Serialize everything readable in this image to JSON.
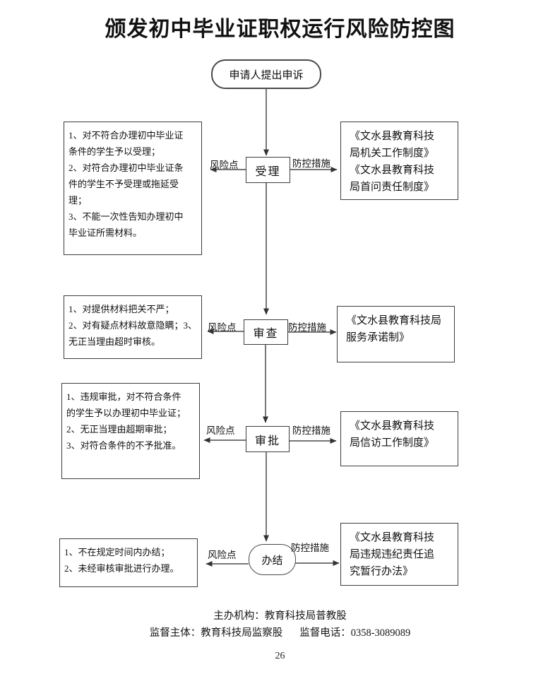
{
  "page": {
    "title": "颁发初中毕业证职权运行风险防控图",
    "page_number": "26"
  },
  "flow": {
    "start": "申请人提出申诉",
    "steps": [
      {
        "name": "受理",
        "risk_label": "风险点",
        "measure_label": "防控措施",
        "risks": "1、对不符合办理初中毕业证\n条件的学生予以受理；\n2、对符合办理初中毕业证条\n件的学生不予受理或拖延受\n理；\n3、不能一次性告知办理初中\n毕业证所需材料。",
        "measures": "《文水县教育科技\n局机关工作制度》\n《文水县教育科技\n局首问责任制度》"
      },
      {
        "name": "审查",
        "risk_label": "风险点",
        "measure_label": "防控措施",
        "risks": "1、对提供材料把关不严；\n2、对有疑点材料故意隐瞒；3、\n无正当理由超时审核。",
        "measures": "《文水县教育科技局\n服务承诺制》"
      },
      {
        "name": "审批",
        "risk_label": "风险点",
        "measure_label": "防控措施",
        "risks": "1、违规审批，对不符合条件\n的学生予以办理初中毕业证；\n2、无正当理由超期审批；\n3、对符合条件的不予批准。",
        "measures": "《文水县教育科技\n局信访工作制度》"
      },
      {
        "name": "办结",
        "risk_label": "风险点",
        "measure_label": "防控措施",
        "risks": "1、不在规定时间内办结；\n2、未经审核审批进行办理。",
        "measures": "《文水县教育科技\n局违规违纪责任追\n究暂行办法》"
      }
    ]
  },
  "footer": {
    "organizer": "主办机构：教育科技局普教股",
    "supervisor": "监督主体：教育科技局监察股",
    "phone_label": "监督电话：",
    "phone": "0358-3089089"
  },
  "colors": {
    "line": "#4a4a4a",
    "border": "#3d3d3d",
    "text": "#111111",
    "background": "#ffffff"
  }
}
